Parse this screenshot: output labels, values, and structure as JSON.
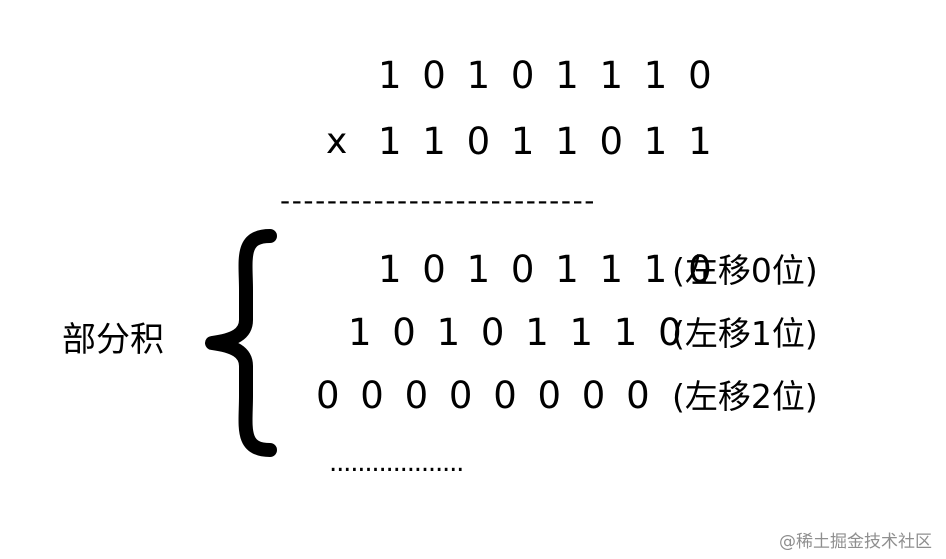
{
  "multiplicand": "1 0 1 0 1 1 1 0",
  "operator": "x",
  "multiplier": "1 1 0 1 1 0 1 1",
  "separator": "---------------------------",
  "partial_products_label": "部分积",
  "partial_products": [
    {
      "value": "1 0 1 0 1 1 1 0",
      "note": "(左移0位)"
    },
    {
      "value": "1 0 1 0 1 1 1 0",
      "note": "(左移1位)"
    },
    {
      "value": "0 0 0 0 0 0 0 0",
      "note": "(左移2位)"
    }
  ],
  "ellipsis": "...................",
  "watermark": "@稀土掘金技术社区"
}
